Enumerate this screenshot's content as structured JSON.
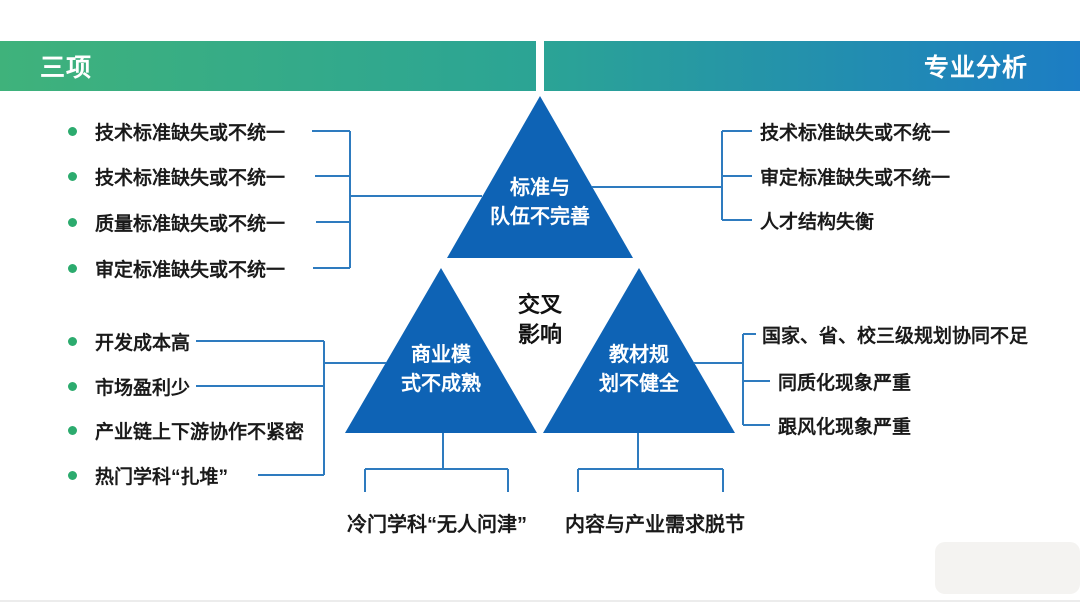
{
  "header": {
    "left": "三项",
    "right": "专业分析"
  },
  "triangles": {
    "top": {
      "line1": "标准与",
      "line2": "队伍不完善"
    },
    "bottom_left": {
      "line1": "商业模",
      "line2": "式不成熟"
    },
    "bottom_right": {
      "line1": "教材规",
      "line2": "划不健全"
    },
    "center": {
      "line1": "交叉",
      "line2": "影响"
    }
  },
  "lists": {
    "left_top": [
      "技术标准缺失或不统一",
      "技术标准缺失或不统一",
      "质量标准缺失或不统一",
      "审定标准缺失或不统一"
    ],
    "left_bottom": [
      "开发成本高",
      "市场盈利少",
      "产业链上下游协作不紧密",
      "热门学科“扎堆”"
    ],
    "right_top": [
      "技术标准缺失或不统一",
      "审定标准缺失或不统一",
      "人才结构失衡"
    ],
    "right_bottom": [
      "国家、省、校三级规划协同不足",
      "同质化现象严重",
      "跟风化现象严重"
    ]
  },
  "bottom_labels": {
    "left": "冷门学科“无人问津”",
    "right": "内容与产业需求脱节"
  },
  "colors": {
    "bar_green": "#3fb27b",
    "bar_blue": "#1c7dc4",
    "triangle_blue": "#0e63b5",
    "connector_blue": "#2e7bbf",
    "bullet_green": "#2cab6e"
  }
}
